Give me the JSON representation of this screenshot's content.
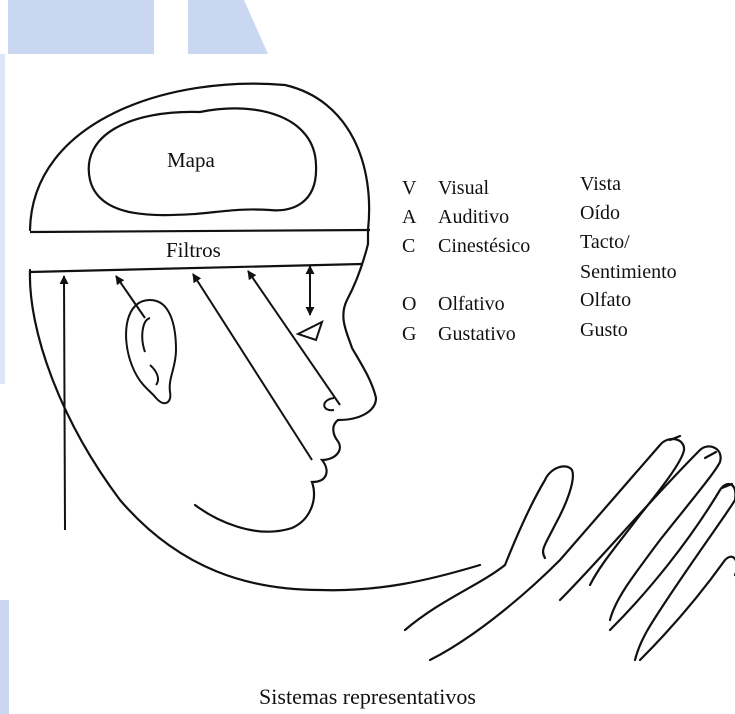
{
  "diagram": {
    "map_label": "Mapa",
    "filter_label": "Filtros",
    "caption": "Sistemas representativos",
    "systems": [
      {
        "letter": "V",
        "system": "Visual",
        "sense": "Vista"
      },
      {
        "letter": "A",
        "system": "Auditivo",
        "sense": "Oído"
      },
      {
        "letter": "C",
        "system": "Cinestésico",
        "sense": "Tacto/"
      },
      {
        "letter": "",
        "system": "",
        "sense": "Sentimiento"
      },
      {
        "letter": "O",
        "system": "Olfativo",
        "sense": "Olfato"
      },
      {
        "letter": "G",
        "system": "Gustativo",
        "sense": "Gusto"
      }
    ]
  },
  "colors": {
    "ink": "#111111",
    "decor_blue": "#c9d7f0",
    "background": "#ffffff"
  }
}
